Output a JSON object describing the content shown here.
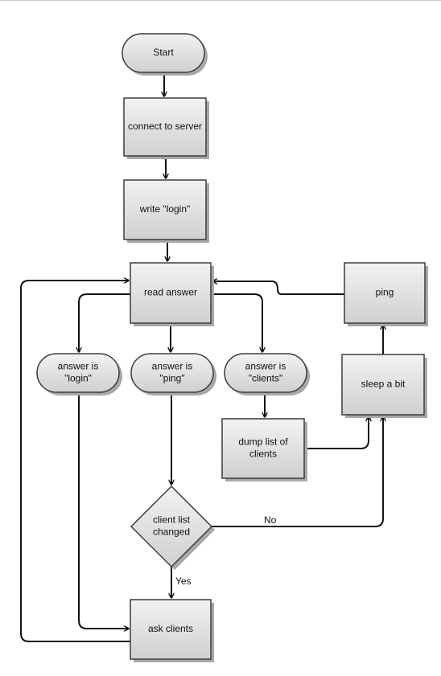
{
  "diagram": {
    "nodes": {
      "start": [
        "Start"
      ],
      "connect": [
        "connect to server"
      ],
      "write_login": [
        "write \"login\""
      ],
      "read_answer": [
        "read answer"
      ],
      "answer_login": [
        "answer is",
        "\"login\""
      ],
      "answer_ping": [
        "answer is",
        "\"ping\""
      ],
      "answer_clients": [
        "answer is",
        "\"clients\""
      ],
      "dump_list": [
        "dump list of",
        "clients"
      ],
      "client_list_changed": [
        "client list",
        "changed"
      ],
      "ask_clients": [
        "ask clients"
      ],
      "ping": [
        "ping"
      ],
      "sleep": [
        "sleep a bit"
      ]
    },
    "edge_labels": {
      "yes": "Yes",
      "no": "No"
    }
  },
  "colors": {
    "shape_fill_light": "#f2f2f2",
    "shape_fill_dark": "#d0d0d0",
    "shape_stroke": "#3c3c3c",
    "shadow": "#a8a8a8",
    "line": "#111111"
  }
}
